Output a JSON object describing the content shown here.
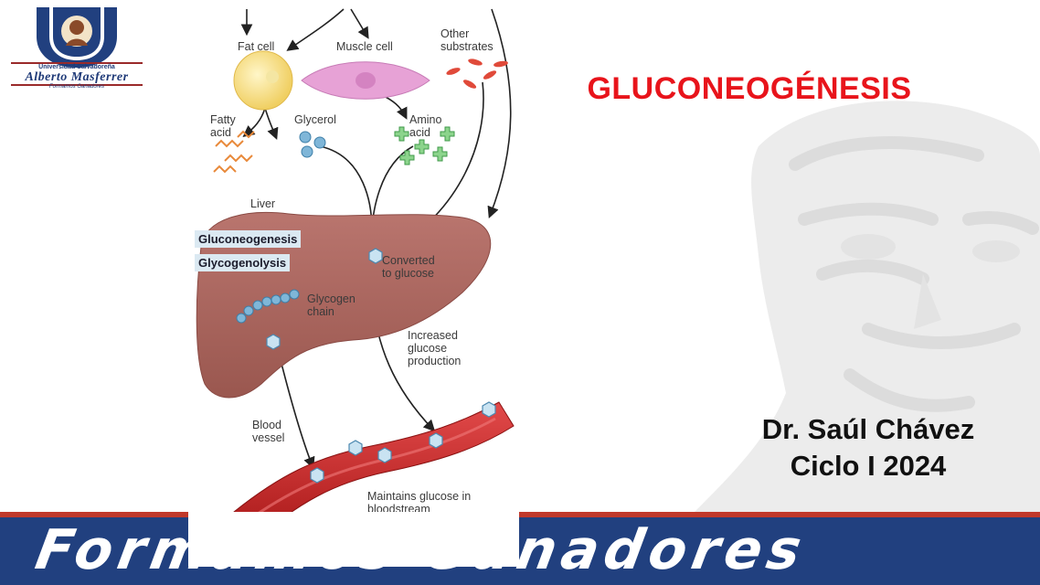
{
  "logo": {
    "university_line": "Universidad Salvadoreña",
    "name": "Alberto Masferrer",
    "tagline": "Formamos Ganadores"
  },
  "diagram": {
    "labels": {
      "fat_cell": "Fat cell",
      "muscle_cell": "Muscle cell",
      "other_substrates": "Other\nsubstrates",
      "fatty_acid": "Fatty\nacid",
      "glycerol": "Glycerol",
      "amino_acid": "Amino\nacid",
      "liver": "Liver",
      "gluconeogenesis": "Gluconeogenesis",
      "glycogenolysis": "Glycogenolysis",
      "converted_to_glucose": "Converted\nto glucose",
      "glycogen_chain": "Glycogen\nchain",
      "increased_glucose_production": "Increased\nglucose\nproduction",
      "blood_vessel": "Blood\nvessel",
      "maintains_glucose": "Maintains glucose in\nbloodstream"
    }
  },
  "slide": {
    "title": "GLUCONEOGÉNESIS",
    "author": "Dr. Saúl Chávez",
    "term": "Ciclo I  2024"
  },
  "banner": {
    "text": "Formamos Ganadores"
  },
  "colors": {
    "title": "#e8141b",
    "banner_blue": "#21407f",
    "banner_red": "#c0392b",
    "highlight": "#dbe9f2"
  }
}
